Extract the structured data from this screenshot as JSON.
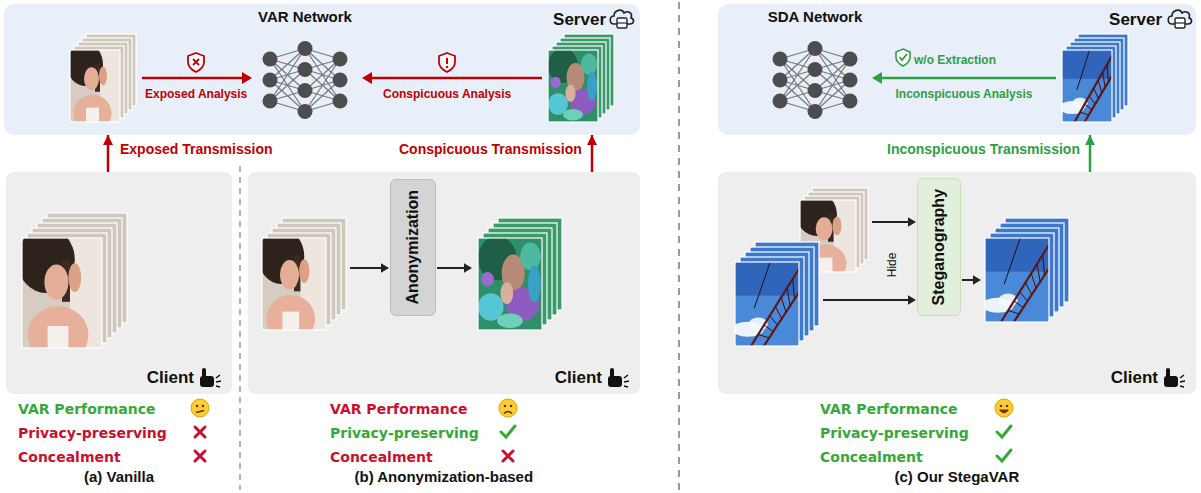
{
  "diagram": {
    "nodes": [
      {
        "text": [
          "Server"
        ]
      },
      {
        "text": [
          "VAR Network"
        ],
        "in": 0
      },
      {
        "text": [
          "Client"
        ]
      },
      {
        "text": [
          "Client"
        ]
      },
      {
        "text": [
          "Anonymization"
        ],
        "in": 3
      },
      {
        "text": [
          "Server"
        ]
      },
      {
        "text": [
          "SDA Network"
        ],
        "in": 5
      },
      {
        "text": [
          "Client"
        ]
      },
      {
        "text": [
          "Steganography"
        ],
        "in": 7
      }
    ],
    "edges": [
      {
        "from": 2,
        "to": 0,
        "label": "Exposed Transmission",
        "arrow": "to"
      },
      {
        "from": 3,
        "to": 0,
        "label": "Conspicuous Transmission",
        "arrow": "to"
      },
      {
        "from": 7,
        "to": 5,
        "label": "Inconspicuous Transmission",
        "arrow": "to"
      }
    ],
    "labels": [
      "Exposed Analysis",
      "Conspicuous Analysis",
      "w/o Extraction",
      "Inconspicuous Analysis",
      "Hide",
      "VAR Performance",
      "Privacy-preserving",
      "Concealment",
      "VAR Performance",
      "Privacy-preserving",
      "Concealment",
      "VAR Performance",
      "Privacy-preserving",
      "Concealment",
      "(a) Vanilla",
      "(b) Anonymization-based",
      "(c) Our StegaVAR"
    ]
  }
}
